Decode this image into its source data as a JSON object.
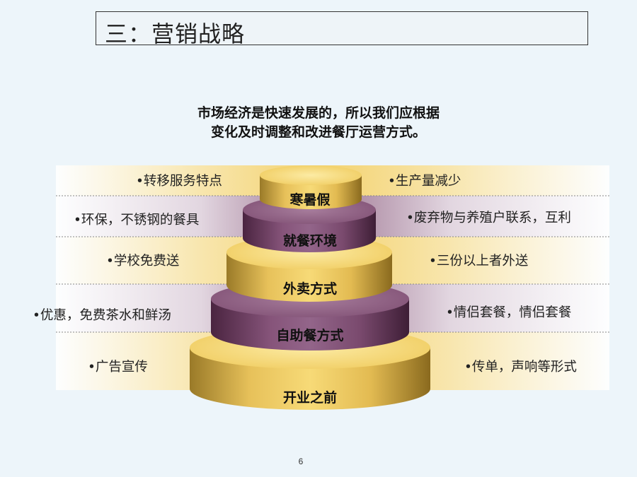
{
  "title": "三：营销战略",
  "subtitle": {
    "line1": "市场经济是快速发展的，所以我们应根据",
    "line2": "变化及时调整和改进餐厅运营方式。"
  },
  "tiers": [
    {
      "label": "寒暑假",
      "left_bullet": "•转移服务特点",
      "right_bullet": "•生产量减少"
    },
    {
      "label": "就餐环境",
      "left_bullet": "•环保，不锈钢的餐具",
      "right_bullet": "•废弃物与养殖户联系，互利"
    },
    {
      "label": "外卖方式",
      "left_bullet": "•学校免费送",
      "right_bullet": "•三份以上者外送"
    },
    {
      "label": "自助餐方式",
      "left_bullet": "•优惠，免费茶水和鲜汤",
      "right_bullet": "•情侣套餐，情侣套餐"
    },
    {
      "label": "开业之前",
      "left_bullet": "•广告宣传",
      "right_bullet": "•传单，声响等形式"
    }
  ],
  "page_number": "6",
  "colors": {
    "gold": "#F3D36E",
    "purple": "#7E4A6C",
    "background": "#EDF5FA"
  }
}
